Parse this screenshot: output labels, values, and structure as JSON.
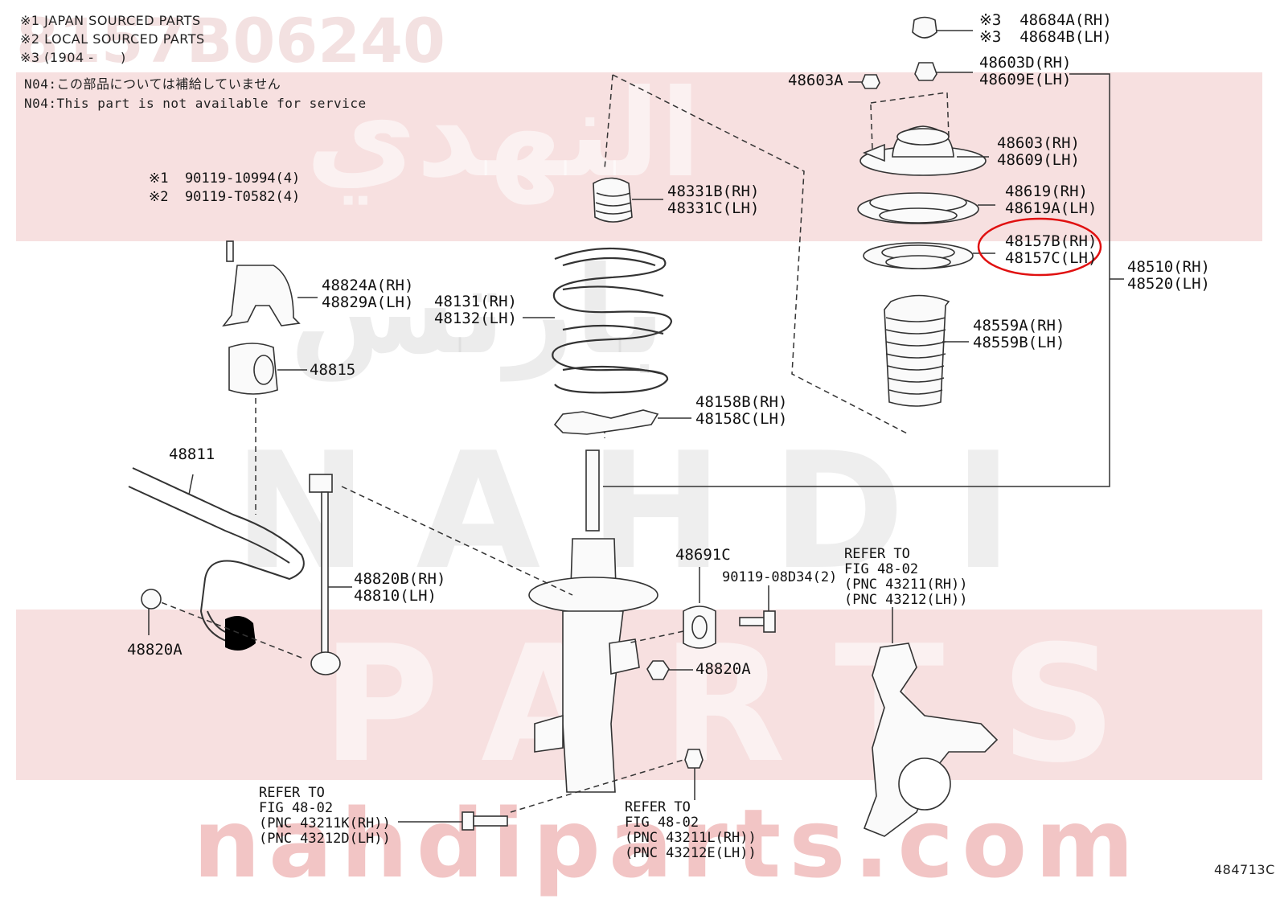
{
  "notes": {
    "n1": "※1 JAPAN SOURCED PARTS",
    "n2": "※2 LOCAL SOURCED PARTS",
    "n3": "※3 (1904 -      )",
    "n4": "N04:この部品については補給していません",
    "n5": "N04:This part is not available for service"
  },
  "watermark": {
    "top_number": "8157B06240",
    "arabic_1": "النهدي",
    "arabic_2": "بارتس",
    "brand_1": "NAHDI",
    "brand_2": "PARTS",
    "site": "nahdiparts.com"
  },
  "figure_code": "484713C",
  "highlight_color": "#e01010",
  "labels": {
    "bolt_jp": "※1  90119-10994(4)",
    "bolt_local": "※2  90119-T0582(4)",
    "bracket": "48824A(RH)\n48829A(LH)",
    "bushing": "48815",
    "stabilizer": "48811",
    "link": "48820B(RH)\n48810(LH)",
    "nut_left": "48820A",
    "nut_mid": "48820A",
    "bump_stop": "48331B(RH)\n48331C(LH)",
    "spring": "48131(RH)\n48132(LH)",
    "spring_seat_lower": "48158B(RH)\n48158C(LH)",
    "cap_jp": "※3  48684A(RH)\n※3  48684B(LH)",
    "nut_top": "48603D(RH)\n48609E(LH)",
    "nut_mount": "48603A",
    "mount": "48603(RH)\n48609(LH)",
    "upper_seat": "48619(RH)\n48619A(LH)",
    "insulator": "48157B(RH)\n48157C(LH)",
    "boot": "48559A(RH)\n48559B(LH)",
    "strut_assy": "48510(RH)\n48520(LH)",
    "damper": "48691C",
    "bolt_damper": "90119-08D34(2)",
    "refer_knuckle": "REFER TO\nFIG 48-02\n(PNC 43211(RH))\n(PNC 43212(LH))",
    "refer_bolt": "REFER TO\nFIG 48-02\n(PNC 43211K(RH))\n(PNC 43212D(LH))",
    "refer_nut": "REFER TO\nFIG 48-02\n(PNC 43211L(RH))\n(PNC 43212E(LH))"
  }
}
